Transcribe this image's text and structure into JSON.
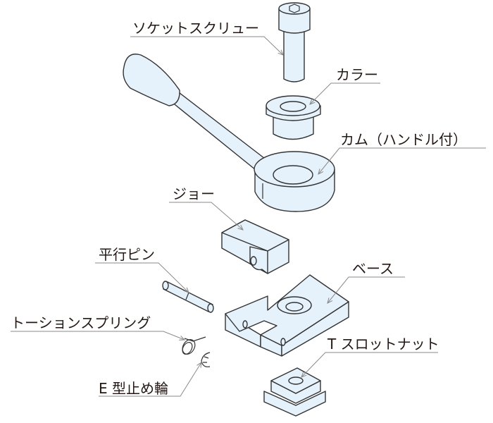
{
  "labels": {
    "socket_screw": "ソケットスクリュー",
    "collar": "カラー",
    "cam": "カム（ハンドル付）",
    "jaw": "ジョー",
    "parallel_pin": "平行ピン",
    "base": "ベース",
    "torsion_spring": "トーションスプリング",
    "t_slot_nut": "T スロットナット",
    "e_ring": "E 型止め輪"
  },
  "colors": {
    "part_fill": "#e6f2fb",
    "outline": "#333333",
    "leader": "#8a8a8a",
    "text": "#231815"
  }
}
